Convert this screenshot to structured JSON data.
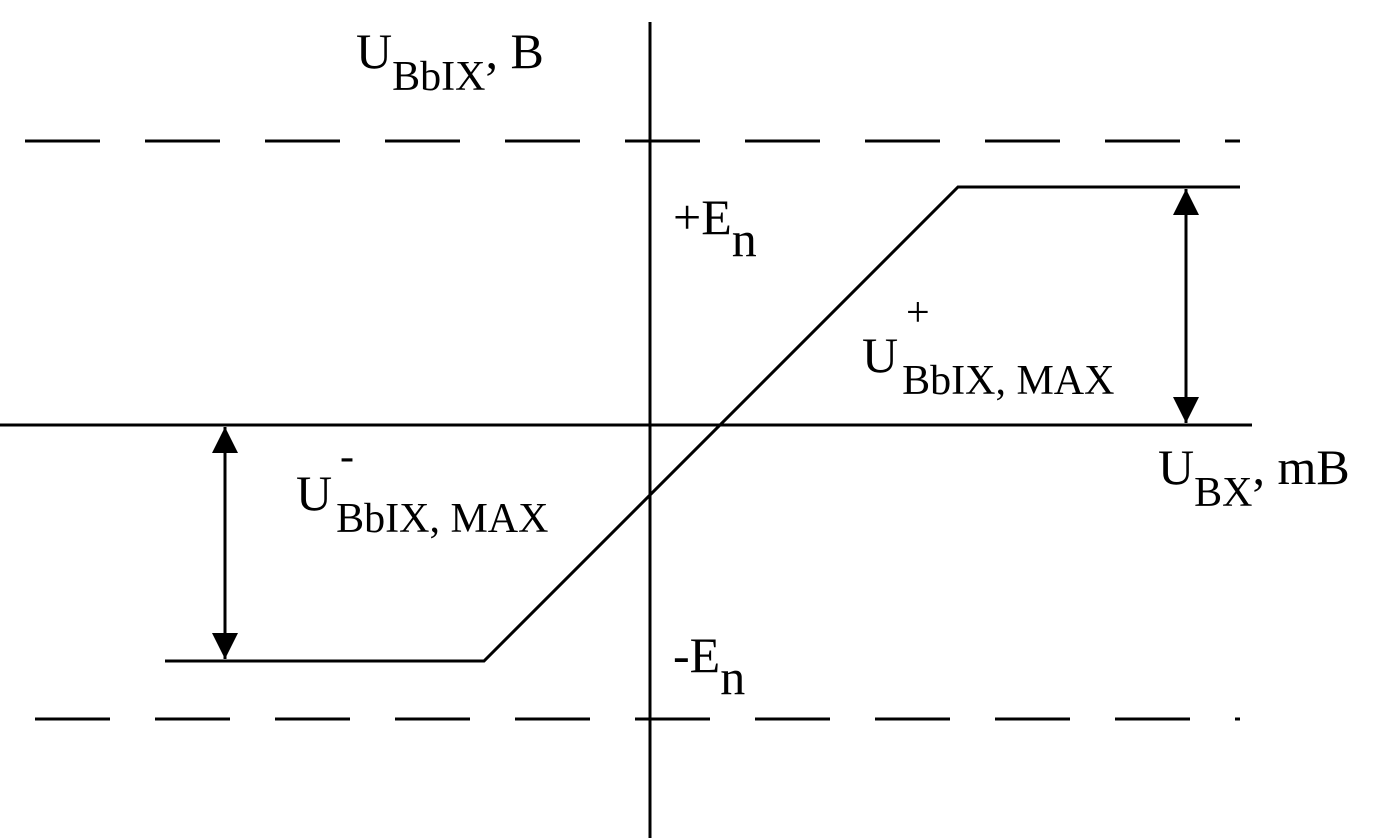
{
  "colors": {
    "line": "#000000",
    "background": "#ffffff"
  },
  "labels": {
    "y_axis": {
      "main": "U",
      "sub": "BbIX",
      "tail": ", B"
    },
    "x_axis": {
      "main": "U",
      "sub": "BX",
      "tail": ", mB"
    },
    "plus_en": {
      "main": "+E",
      "sub": "n"
    },
    "minus_en": {
      "main": "-E",
      "sub": "n"
    },
    "u_out_max_plus": {
      "main": "U",
      "sup": "+",
      "sub": "BbIX, MAX"
    },
    "u_out_max_minus": {
      "main": "U",
      "sup": "-",
      "sub": "BbIX, MAX"
    }
  }
}
